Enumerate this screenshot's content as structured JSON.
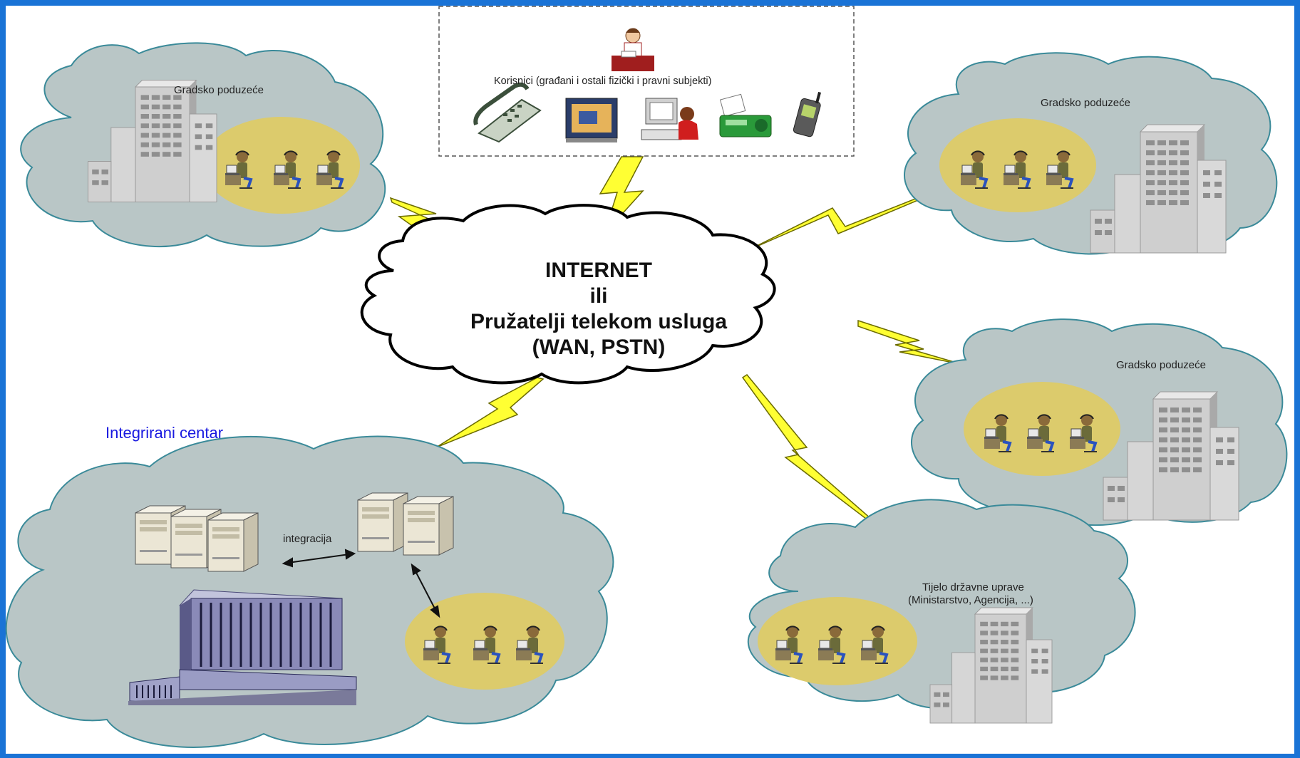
{
  "center": {
    "lines": [
      "INTERNET",
      "ili",
      "Pružatelji telekom usluga",
      "(WAN, PSTN)"
    ]
  },
  "users_box": {
    "label": "Korisnici (građani i ostali fizički i pravni subjekti)",
    "icons": [
      "operator-at-desk-icon",
      "telephone-icon",
      "computer-screen-icon",
      "pc-user-icon",
      "fax-icon",
      "mobile-phone-icon"
    ]
  },
  "clouds": {
    "top_left": {
      "label": "Gradsko poduzeće"
    },
    "top_right": {
      "label": "Gradsko poduzeće"
    },
    "mid_right": {
      "label": "Gradsko poduzeće"
    },
    "bottom_right": {
      "label_line1": "Tijelo državne uprave",
      "label_line2": "(Ministarstvo, Agencija, ...)"
    }
  },
  "integrated_center": {
    "title": "Integrirani  centar",
    "link_label": "integracija"
  },
  "colors": {
    "background": "#1a73d6",
    "canvas": "#ffffff",
    "cloud_fill": "#b9c6c6",
    "cloud_stroke": "#3a8a99",
    "ellipse": "#dccb6c",
    "lightning": "#ffff33",
    "title_blue": "#1a1ae0"
  }
}
